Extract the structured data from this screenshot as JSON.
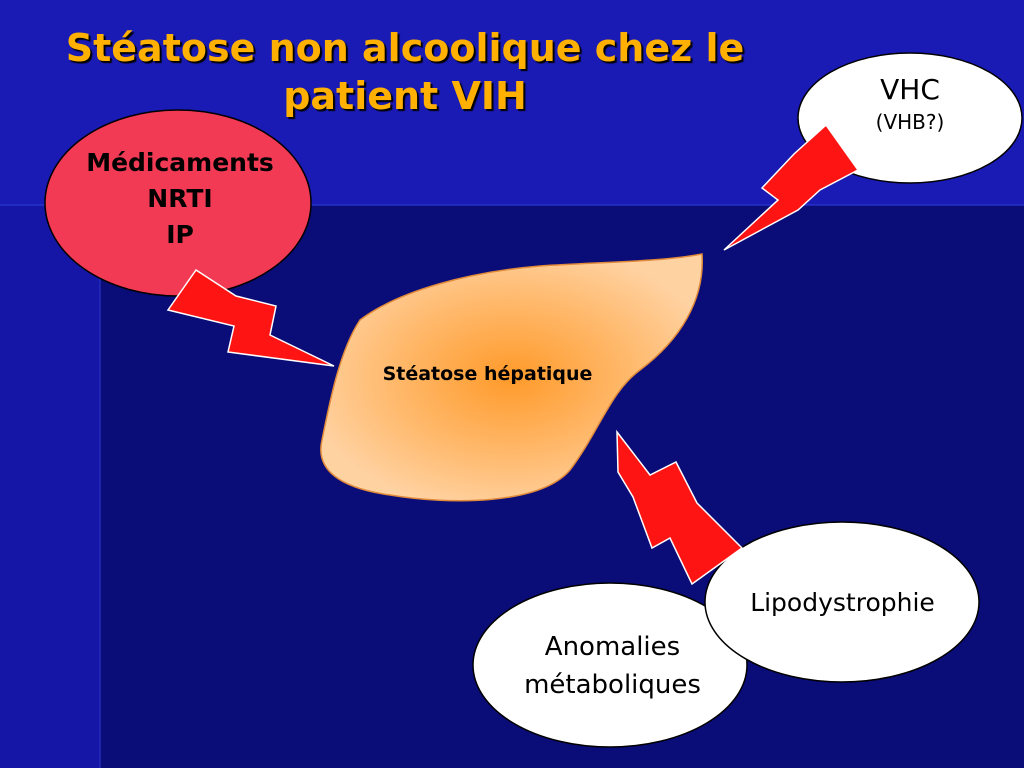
{
  "title": {
    "line1": "Stéatose non alcoolique chez le",
    "line2": "patient VIH"
  },
  "nodes": {
    "medicaments": {
      "lines": [
        "Médicaments",
        "NRTI",
        "IP"
      ]
    },
    "vhc": {
      "main": "VHC",
      "sub": "(VHB?)"
    },
    "liver": {
      "label": "Stéatose hépatique"
    },
    "lipodystrophie": {
      "label": "Lipodystrophie"
    },
    "anomalies": {
      "lines": [
        "Anomalies",
        "métaboliques"
      ]
    }
  },
  "colors": {
    "background": "#0a0c78",
    "title": "#ffb000",
    "medicaments_fill": "#f23a55",
    "bolt": "#ff1414",
    "liver_center": "#ff9a2a",
    "liver_edge": "#ffcf9c",
    "bubble": "#ffffff"
  }
}
